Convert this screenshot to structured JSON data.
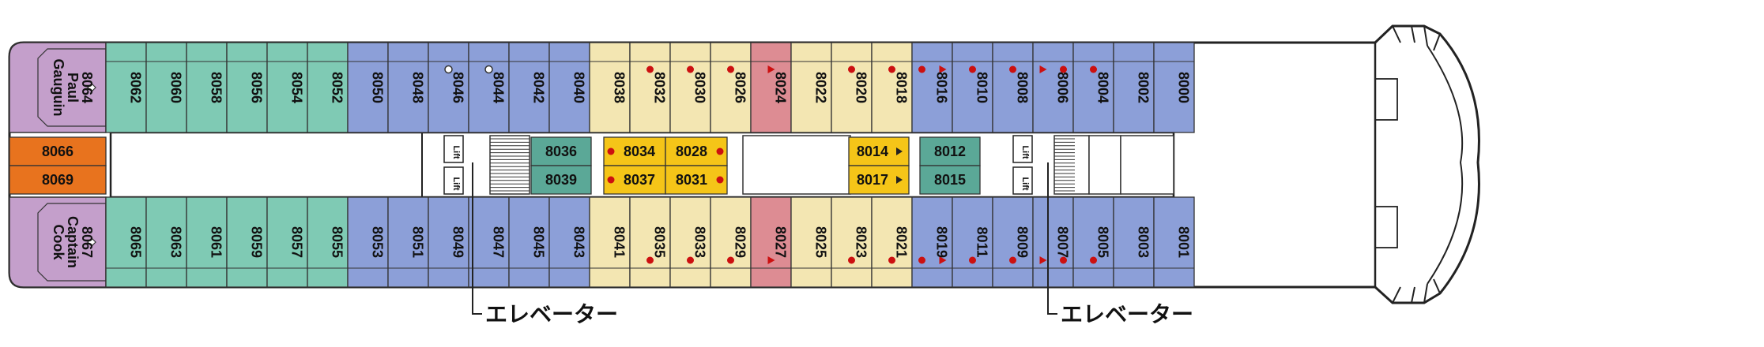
{
  "colors": {
    "suite_purple": "#c49fcb",
    "orange": "#e8731e",
    "teal": "#7fcab4",
    "teal_dark": "#5ba897",
    "blue": "#8c9fd8",
    "cream": "#f3e6b2",
    "pink": "#dd8c93",
    "yellow": "#f5c518",
    "marker_red": "#cc1010"
  },
  "suites": [
    {
      "number": "8064",
      "name": "Paul Gauguin"
    },
    {
      "number": "8067",
      "name": "Captain Cook"
    }
  ],
  "aft_cabins": [
    "8066",
    "8069"
  ],
  "top_row": [
    {
      "n": "8062",
      "c": "teal"
    },
    {
      "n": "8060",
      "c": "teal"
    },
    {
      "n": "8058",
      "c": "teal"
    },
    {
      "n": "8056",
      "c": "teal"
    },
    {
      "n": "8054",
      "c": "teal"
    },
    {
      "n": "8052",
      "c": "teal"
    },
    {
      "n": "8050",
      "c": "blue"
    },
    {
      "n": "8048",
      "c": "blue"
    },
    {
      "n": "8046",
      "c": "blue",
      "m": "circle-open"
    },
    {
      "n": "8044",
      "c": "blue",
      "m": "circle-open"
    },
    {
      "n": "8042",
      "c": "blue"
    },
    {
      "n": "8040",
      "c": "blue"
    },
    {
      "n": "8038",
      "c": "cream"
    },
    {
      "n": "8032",
      "c": "cream",
      "m": "dot"
    },
    {
      "n": "8030",
      "c": "cream",
      "m": "dot"
    },
    {
      "n": "8026",
      "c": "cream",
      "m": "dot"
    },
    {
      "n": "8024",
      "c": "pink",
      "m": "triangle"
    },
    {
      "n": "8022",
      "c": "cream"
    },
    {
      "n": "8020",
      "c": "cream",
      "m": "dot"
    },
    {
      "n": "8018",
      "c": "cream",
      "m": "dot"
    },
    {
      "n": "8016",
      "c": "blue",
      "m": "dot-triangle"
    },
    {
      "n": "8010",
      "c": "blue",
      "m": "dot"
    },
    {
      "n": "8008",
      "c": "blue",
      "m": "dot"
    },
    {
      "n": "8006",
      "c": "blue",
      "m": "triangle-dot"
    },
    {
      "n": "8004",
      "c": "blue",
      "m": "dot"
    },
    {
      "n": "8002",
      "c": "blue"
    },
    {
      "n": "8000",
      "c": "blue"
    }
  ],
  "bottom_row": [
    {
      "n": "8065",
      "c": "teal"
    },
    {
      "n": "8063",
      "c": "teal"
    },
    {
      "n": "8061",
      "c": "teal"
    },
    {
      "n": "8059",
      "c": "teal"
    },
    {
      "n": "8057",
      "c": "teal"
    },
    {
      "n": "8055",
      "c": "teal"
    },
    {
      "n": "8053",
      "c": "blue"
    },
    {
      "n": "8051",
      "c": "blue"
    },
    {
      "n": "8049",
      "c": "blue"
    },
    {
      "n": "8047",
      "c": "blue"
    },
    {
      "n": "8045",
      "c": "blue"
    },
    {
      "n": "8043",
      "c": "blue"
    },
    {
      "n": "8041",
      "c": "cream"
    },
    {
      "n": "8035",
      "c": "cream",
      "m": "dot"
    },
    {
      "n": "8033",
      "c": "cream",
      "m": "dot"
    },
    {
      "n": "8029",
      "c": "cream",
      "m": "dot"
    },
    {
      "n": "8027",
      "c": "pink",
      "m": "triangle"
    },
    {
      "n": "8025",
      "c": "cream"
    },
    {
      "n": "8023",
      "c": "cream",
      "m": "dot"
    },
    {
      "n": "8021",
      "c": "cream",
      "m": "dot"
    },
    {
      "n": "8019",
      "c": "blue",
      "m": "dot-triangle"
    },
    {
      "n": "8011",
      "c": "blue",
      "m": "dot"
    },
    {
      "n": "8009",
      "c": "blue",
      "m": "dot"
    },
    {
      "n": "8007",
      "c": "blue",
      "m": "triangle-dot"
    },
    {
      "n": "8005",
      "c": "blue",
      "m": "dot"
    },
    {
      "n": "8003",
      "c": "blue"
    },
    {
      "n": "8001",
      "c": "blue"
    }
  ],
  "inner_cabins": [
    {
      "n": "8036",
      "c": "teal_dark"
    },
    {
      "n": "8039",
      "c": "teal_dark"
    },
    {
      "n": "8034",
      "c": "yellow",
      "m": "dot-left"
    },
    {
      "n": "8037",
      "c": "yellow",
      "m": "dot-left"
    },
    {
      "n": "8028",
      "c": "yellow",
      "m": "dot-right"
    },
    {
      "n": "8031",
      "c": "yellow",
      "m": "dot-right"
    },
    {
      "n": "8014",
      "c": "yellow",
      "m": "triangle-right"
    },
    {
      "n": "8017",
      "c": "yellow",
      "m": "triangle-right"
    },
    {
      "n": "8012",
      "c": "teal_dark"
    },
    {
      "n": "8015",
      "c": "teal_dark"
    }
  ],
  "lift_label": "Lift",
  "elevator_label": "エレベーター"
}
